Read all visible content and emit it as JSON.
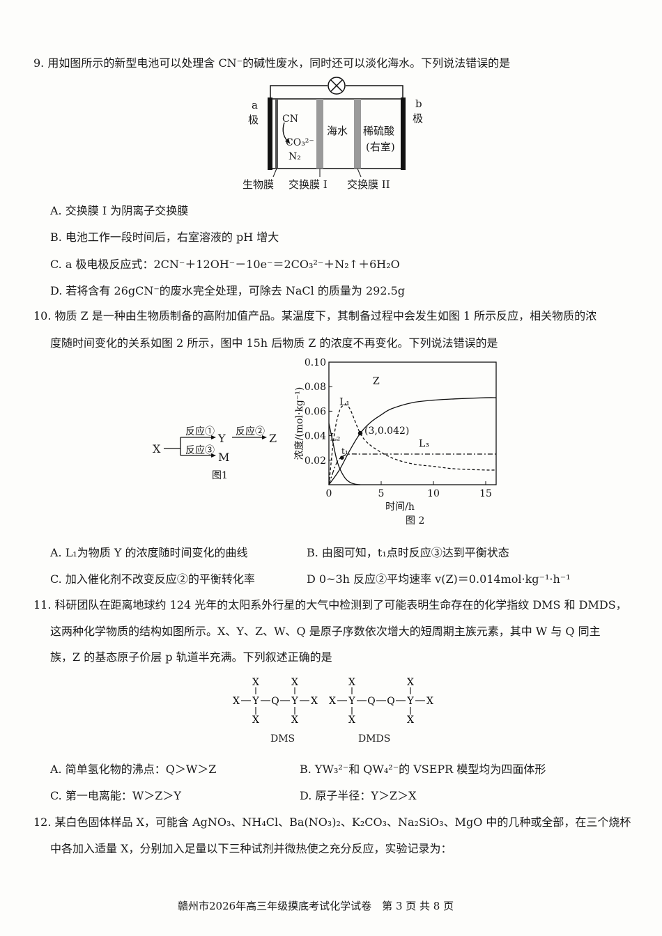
{
  "q9": {
    "stem": "9. 用如图所示的新型电池可以处理含 CN⁻的碱性废水，同时还可以淡化海水。下列说法错误的是",
    "fig": {
      "a_label1": "a",
      "a_label2": "极",
      "b_label1": "b",
      "b_label2": "极",
      "cn": "CN",
      "co3": "CO₃²⁻",
      "n2": "N₂",
      "seawater": "海水",
      "acid1": "稀硫酸",
      "acid2": "(右室)",
      "bio_membrane": "生物膜",
      "membrane1": "交换膜 I",
      "membrane2": "交换膜 II"
    },
    "options": [
      "A. 交换膜 I 为阴离子交换膜",
      "B. 电池工作一段时间后，右室溶液的 pH 增大",
      "C. a 极电极反应式：2CN⁻＋12OH⁻－10e⁻＝2CO₃²⁻＋N₂↑＋6H₂O",
      "D. 若将含有 26gCN⁻的废水完全处理，可除去 NaCl 的质量为 292.5g"
    ]
  },
  "q10": {
    "stem1": "10. 物质 Z 是一种由生物质制备的高附加值产品。某温度下，其制备过程中会发生如图 1 所示反应，相关物质的浓",
    "stem2": "度随时间变化的关系如图 2 所示，图中 15h 后物质 Z 的浓度不再变化。下列说法错误的是",
    "fig1": {
      "x": "X",
      "y": "Y",
      "z": "Z",
      "m": "M",
      "r1": "反应①",
      "r2": "反应②",
      "r3": "反应③",
      "caption": "图1"
    },
    "fig2_caption": "图 2",
    "options": [
      "A. L₁为物质 Y 的浓度随时间变化的曲线",
      "B. 由图可知，t₁点时反应③达到平衡状态",
      "C. 加入催化剂不改变反应②的平衡转化率",
      "D  0~3h 反应②平均速率 v(Z)＝0.014mol·kg⁻¹·h⁻¹"
    ]
  },
  "chart_data": {
    "type": "line",
    "xlabel": "时间/h",
    "ylabel": "浓度/(mol·kg⁻¹)",
    "xlim": [
      0,
      16
    ],
    "ylim": [
      0,
      0.1
    ],
    "xticks": [
      "0",
      "5",
      "10",
      "15"
    ],
    "yticks": [
      "0.02",
      "0.04",
      "0.06",
      "0.08",
      "0.10"
    ],
    "series": [
      {
        "name": "Z",
        "x": [
          0,
          1,
          2,
          3,
          4,
          5,
          6,
          8,
          10,
          12,
          15,
          16
        ],
        "y": [
          0,
          0.012,
          0.028,
          0.042,
          0.051,
          0.057,
          0.062,
          0.067,
          0.069,
          0.07,
          0.071,
          0.071
        ]
      },
      {
        "name": "L₁",
        "x": [
          0,
          0.5,
          1,
          1.5,
          2,
          3,
          4,
          6,
          8,
          10,
          12,
          15,
          16
        ],
        "y": [
          0,
          0.04,
          0.06,
          0.065,
          0.062,
          0.042,
          0.032,
          0.022,
          0.017,
          0.015,
          0.013,
          0.012,
          0.012
        ]
      },
      {
        "name": "L₂",
        "x": [
          0,
          0.3,
          0.7,
          1,
          1.5,
          2,
          2.5,
          3
        ],
        "y": [
          0.05,
          0.038,
          0.022,
          0.014,
          0.006,
          0.002,
          0.0005,
          0
        ]
      },
      {
        "name": "L₃",
        "x": [
          0,
          0.3,
          0.7,
          1,
          1.5,
          2,
          3,
          5,
          10,
          15,
          16
        ],
        "y": [
          0,
          0.008,
          0.017,
          0.021,
          0.024,
          0.025,
          0.025,
          0.025,
          0.025,
          0.025,
          0.025
        ]
      }
    ],
    "annotations": [
      {
        "text": "(3,0.042)",
        "x": 3,
        "y": 0.042
      },
      {
        "text": "t₁",
        "x": 1.2,
        "y": 0.016
      }
    ]
  },
  "q11": {
    "stem1": "11. 科研团队在距离地球约 124 光年的太阳系外行星的大气中检测到了可能表明生命存在的化学指纹 DMS 和 DMDS，",
    "stem2": "这两种化学物质的结构如图所示。X、Y、Z、W、Q 是原子序数依次增大的短周期主族元素，其中 W 与 Q 同主",
    "stem3": "族，Z 的基态原子价层 p 轨道半充满。下列叙述正确的是",
    "dms_label": "DMS",
    "dmds_label": "DMDS",
    "atom_x": "X",
    "atom_y": "Y",
    "atom_q": "Q",
    "options": [
      "A. 简单氢化物的沸点：Q＞W＞Z",
      "B. YW₃²⁻和 QW₄²⁻的 VSEPR 模型均为四面体形",
      "C. 第一电离能：W＞Z＞Y",
      "D. 原子半径：Y＞Z＞X"
    ]
  },
  "q12": {
    "stem1": "12. 某白色固体样品 X，可能含 AgNO₃、NH₄Cl、Ba(NO₃)₂、K₂CO₃、Na₂SiO₃、MgO 中的几种或全部，在三个烧杯",
    "stem2": "中各加入适量 X，分别加入足量以下三种试剂并微热使之充分反应，实验记录为："
  },
  "footer": "赣州市2026年高三年级摸底考试化学试卷　第 3 页 共 8 页"
}
